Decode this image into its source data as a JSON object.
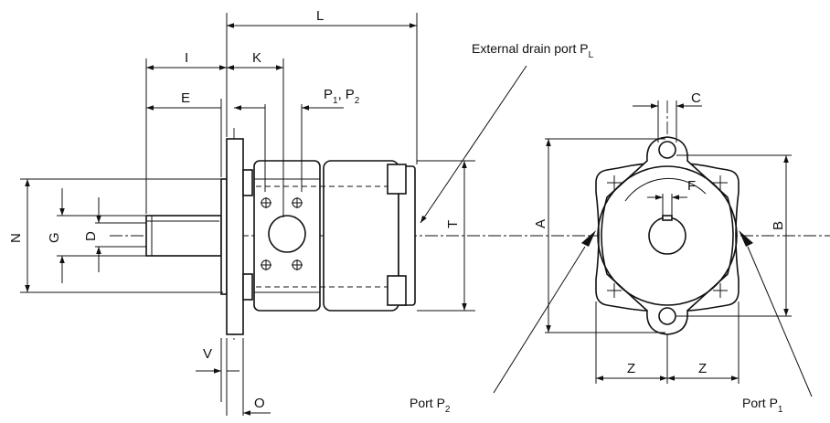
{
  "dimensions": {
    "L": "L",
    "K": "K",
    "I": "I",
    "E": "E",
    "P": "P",
    "P1": "1",
    "comma": ",",
    "P2": "2",
    "N": "N",
    "G": "G",
    "D": "D",
    "T": "T",
    "V": "V",
    "O": "O",
    "C": "C",
    "F": "F",
    "A": "A",
    "B": "B",
    "Z_left": "Z",
    "Z_right": "Z"
  },
  "callouts": {
    "external_drain_text": "External drain port P",
    "external_drain_sub": "L",
    "port_p2_text": "Port P",
    "port_p2_sub": "2",
    "port_p1_text": "Port P",
    "port_p1_sub": "1"
  },
  "colors": {
    "line": "#111111",
    "background": "#ffffff"
  }
}
